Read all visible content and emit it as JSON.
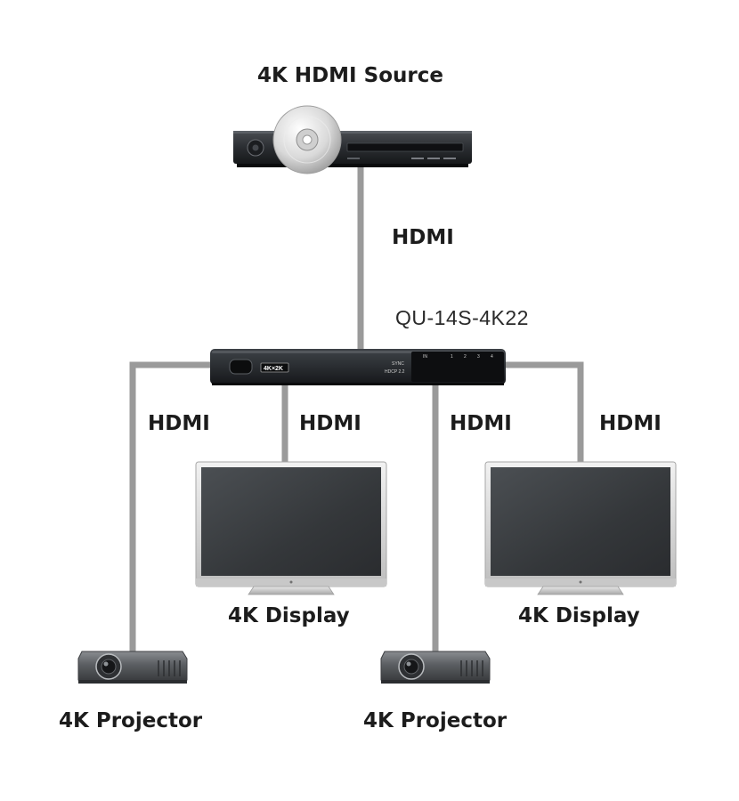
{
  "labels": {
    "source": "4K HDMI Source",
    "source_link": "HDMI",
    "model": "QU-14S-4K22",
    "out1": "HDMI",
    "out2": "HDMI",
    "out3": "HDMI",
    "out4": "HDMI",
    "display_left": "4K Display",
    "display_right": "4K Display",
    "projector_left": "4K Projector",
    "projector_right": "4K Projector"
  },
  "splitter_panel": {
    "logo": "4K×2K",
    "sync": "SYNC",
    "hdcp": "HDCP 2.2",
    "in": "IN",
    "ports": [
      "1",
      "2",
      "3",
      "4"
    ]
  },
  "colors": {
    "cable": "#9a9a9a",
    "device_dark": "#26292c",
    "screen": "#3a3d40",
    "bezel": "#d8d8d8"
  }
}
